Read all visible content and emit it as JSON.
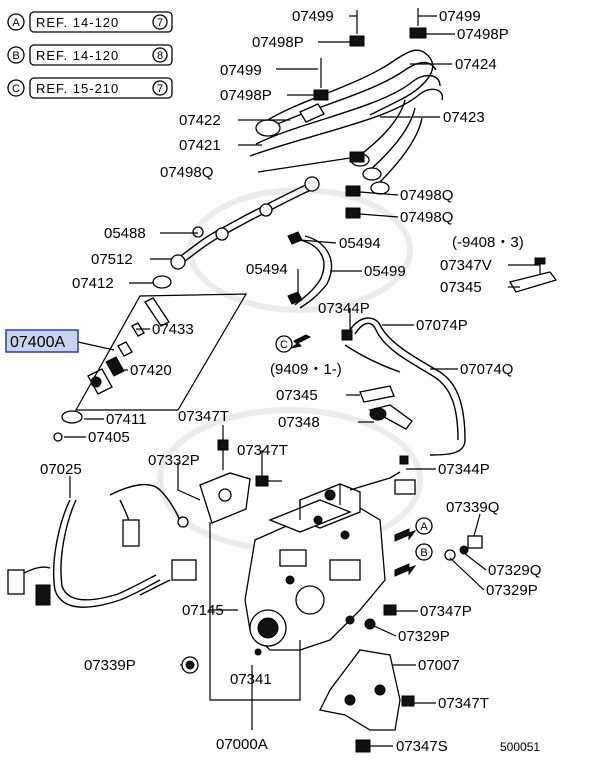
{
  "references": [
    {
      "circle": "A",
      "text": "REF. 14-120",
      "num": "7"
    },
    {
      "circle": "B",
      "text": "REF. 14-120",
      "num": "8"
    },
    {
      "circle": "C",
      "text": "REF. 15-210",
      "num": "7"
    }
  ],
  "highlighted_part": "07400A",
  "labels": {
    "p07499_a": "07499",
    "p07499_b": "07499",
    "p07498P_a": "07498P",
    "p07498P_b": "07498P",
    "p07424": "07424",
    "p07499_c": "07499",
    "p07498P_c": "07498P",
    "p07422": "07422",
    "p07423": "07423",
    "p07421": "07421",
    "p07498Q_a": "07498Q",
    "p07498Q_b": "07498Q",
    "p07498Q_c": "07498Q",
    "p05488": "05488",
    "p05494_a": "05494",
    "p07512": "07512",
    "p05494_b": "05494",
    "p05499": "05499",
    "p_range1": "(-9408・3)",
    "p07347V": "07347V",
    "p07345_a": "07345",
    "p07412": "07412",
    "p07344P_a": "07344P",
    "p07433": "07433",
    "p07074P": "07074P",
    "p07420": "07420",
    "p_range2": "(9409・1-)",
    "p07074Q": "07074Q",
    "p07345_b": "07345",
    "p07411": "07411",
    "p07347T_a": "07347T",
    "p07348": "07348",
    "p07405": "07405",
    "p07347T_b": "07347T",
    "p07332P": "07332P",
    "p07344P_b": "07344P",
    "p07025": "07025",
    "p07339Q": "07339Q",
    "p07329Q": "07329Q",
    "p07329P_a": "07329P",
    "p07145": "07145",
    "p07347P": "07347P",
    "p07329P_b": "07329P",
    "p07339P": "07339P",
    "p07007": "07007",
    "p07341": "07341",
    "p07347T_c": "07347T",
    "p07000A": "07000A",
    "p07347S": "07347S",
    "diagram_number": "500051"
  },
  "callout_markers": {
    "C": "C",
    "A": "A",
    "B": "B"
  }
}
